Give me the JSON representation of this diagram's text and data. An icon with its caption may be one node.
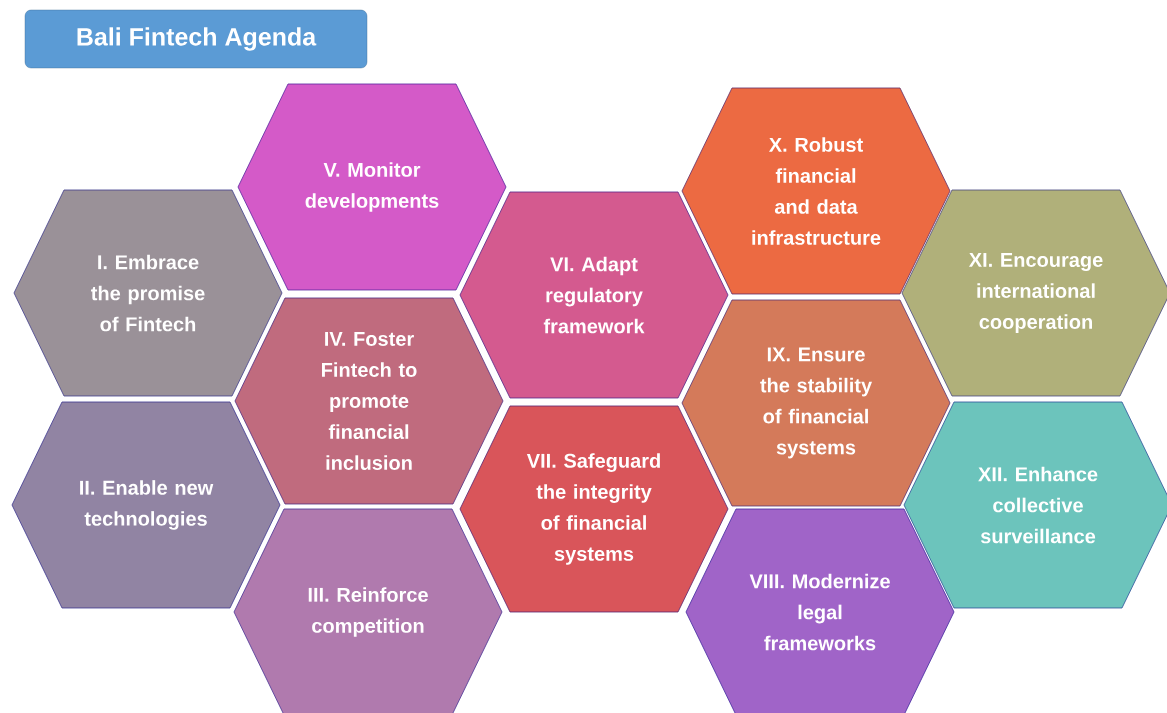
{
  "diagram": {
    "title": "Bali Fintech Agenda",
    "nodes": [
      {
        "text": [
          "I. Embrace the promise of Fintech"
        ]
      },
      {
        "text": [
          "II. Enable new technologies"
        ]
      },
      {
        "text": [
          "III. Reinforce competition"
        ]
      },
      {
        "text": [
          "IV. Foster Fintech to promote financial inclusion"
        ]
      },
      {
        "text": [
          "V. Monitor developments"
        ]
      },
      {
        "text": [
          "VI. Adapt regulatory framework"
        ]
      },
      {
        "text": [
          "VII. Safeguard the integrity of financial systems"
        ]
      },
      {
        "text": [
          "VIII. Modernize legal frameworks"
        ]
      },
      {
        "text": [
          "IX. Ensure the stability of financial systems"
        ]
      },
      {
        "text": [
          "X. Robust financial and data infrastructure"
        ]
      },
      {
        "text": [
          "XI. Encourage international cooperation"
        ]
      },
      {
        "text": [
          "XII. Enhance collective surveillance"
        ]
      }
    ],
    "edges": []
  }
}
